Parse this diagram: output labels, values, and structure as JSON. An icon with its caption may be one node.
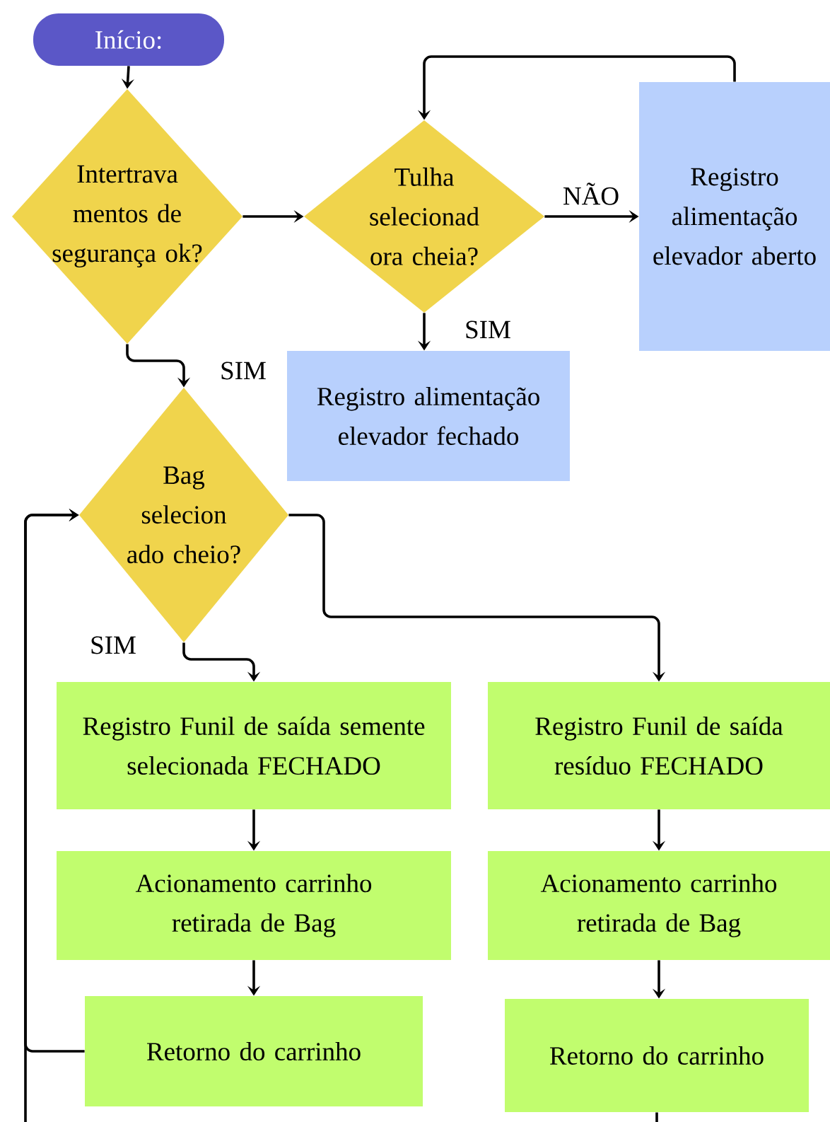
{
  "diagram": {
    "nodes": [
      {
        "text": [
          "Início:"
        ]
      },
      {
        "text": [
          "Intertrava mentos de segurança ok?"
        ]
      },
      {
        "text": [
          "Tulha selecionad ora cheia?"
        ]
      },
      {
        "text": [
          "Registro alimentação elevador aberto"
        ]
      },
      {
        "text": [
          "Registro alimentação elevador fechado"
        ]
      },
      {
        "text": [
          "Bag selecion ado cheio?"
        ]
      },
      {
        "text": [
          "Registro Funil de saída semente selecionada FECHADO"
        ]
      },
      {
        "text": [
          "Registro Funil de saída resíduo FECHADO"
        ]
      },
      {
        "text": [
          "Acionamento carrinho retirada de Bag"
        ]
      },
      {
        "text": [
          "Acionamento carrinho retirada de Bag"
        ]
      },
      {
        "text": [
          "Retorno do carrinho"
        ]
      },
      {
        "text": [
          "Retorno do carrinho"
        ]
      }
    ],
    "edges": [
      {
        "from": 0,
        "to": 1,
        "arrow": "to"
      },
      {
        "from": 1,
        "to": 2,
        "arrow": "to"
      },
      {
        "from": 2,
        "to": 3,
        "arrow": "to",
        "label": "NÃO"
      },
      {
        "from": 3,
        "to": 2,
        "arrow": "to"
      },
      {
        "from": 2,
        "to": 4,
        "arrow": "to",
        "label": "SIM"
      },
      {
        "from": 1,
        "to": 5,
        "arrow": "to",
        "label": "SIM"
      },
      {
        "from": 5,
        "to": 6,
        "arrow": "to",
        "label": "SIM"
      },
      {
        "from": 5,
        "to": 7,
        "arrow": "to"
      },
      {
        "from": 6,
        "to": 8,
        "arrow": "to"
      },
      {
        "from": 8,
        "to": 10,
        "arrow": "to"
      },
      {
        "from": 7,
        "to": 9,
        "arrow": "to"
      },
      {
        "from": 9,
        "to": 11,
        "arrow": "to"
      },
      {
        "from": 10,
        "to": 5,
        "arrow": "to"
      },
      {
        "from": null,
        "to": 5,
        "arrow": "to"
      },
      {
        "from": 11,
        "to": null,
        "arrow": "none"
      }
    ]
  }
}
